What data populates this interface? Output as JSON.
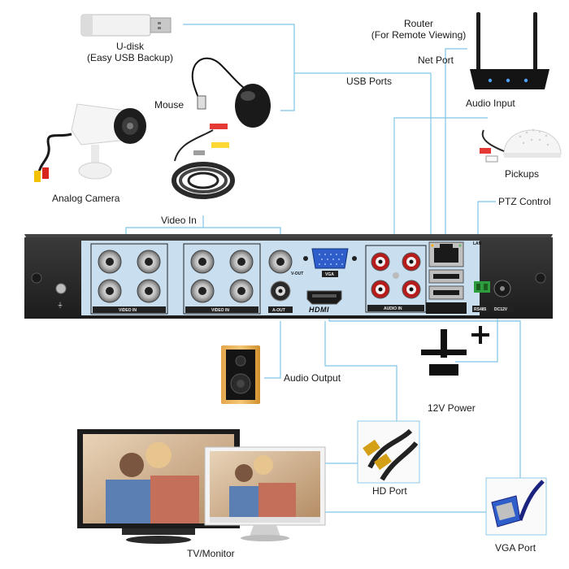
{
  "labels": {
    "udisk": "U-disk",
    "udisk_sub": "(Easy USB Backup)",
    "router": "Router",
    "router_sub": "(For Remote Viewing)",
    "net_port": "Net Port",
    "usb_ports": "USB Ports",
    "mouse": "Mouse",
    "audio_input": "Audio Input",
    "pickups": "Pickups",
    "analog_camera": "Analog Camera",
    "ptz_control": "PTZ Control",
    "video_in": "Video In",
    "audio_output": "Audio Output",
    "power": "12V Power",
    "hd_port": "HD Port",
    "tv_monitor": "TV/Monitor",
    "vga_port": "VGA Port"
  },
  "panel_labels": {
    "video_in_1": "VIDEO IN",
    "video_in_2": "VIDEO IN",
    "v_out": "V-OUT",
    "a_out": "A-OUT",
    "vga": "VGA",
    "hdmi": "HDMI",
    "audio_in": "AUDIO IN",
    "lan": "LAN",
    "rs485": "RS485",
    "dc12v": "DC12V"
  },
  "colors": {
    "connector_line": "#7fc4e6",
    "panel_blue": "#c9dff0",
    "dvr_body": "#2b2b2b"
  },
  "icons": [
    "usb-drive-icon",
    "router-icon",
    "mouse-icon",
    "camera-icon",
    "cable-icon",
    "microphone-icon",
    "speaker-icon",
    "hdmi-cable-icon",
    "vga-cable-icon",
    "monitor-icon",
    "power-symbol-icon"
  ]
}
